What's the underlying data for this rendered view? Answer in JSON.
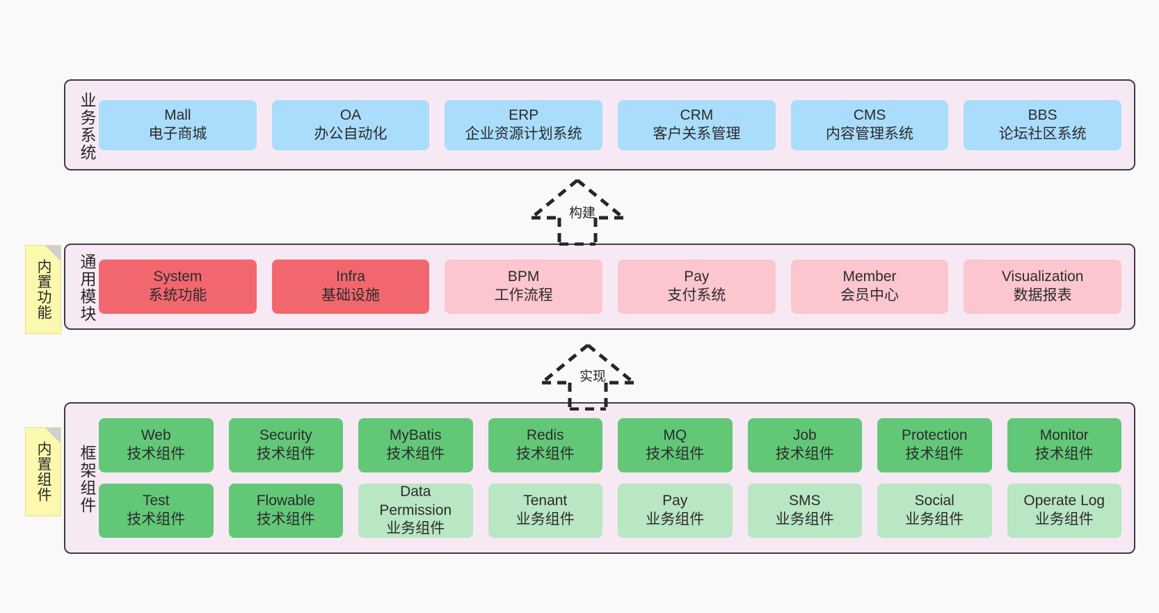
{
  "diagram": {
    "title_domain": "system-architecture",
    "colors": {
      "layer_bg": "#f7e9f3",
      "layer_border": "#3f3a44",
      "business_cell": "#aadcfb",
      "module_core": "#f2676e",
      "module_extra": "#fcc6cf",
      "tech_component": "#62c878",
      "business_component": "#b9e6c3",
      "note_bg": "#fcf8ad",
      "canvas_bg": "#f9f9f9"
    }
  },
  "notes": [
    {
      "id": "builtin-function",
      "label": "内置功能"
    },
    {
      "id": "builtin-component",
      "label": "内置组件"
    }
  ],
  "connectors": [
    {
      "id": "build",
      "label": "构建",
      "style": "dashed-generalization",
      "direction": "up"
    },
    {
      "id": "implement",
      "label": "实现",
      "style": "dashed-generalization",
      "direction": "up"
    }
  ],
  "layers": {
    "business": {
      "title": "业务系统",
      "rows": [
        [
          {
            "name": "Mall",
            "sub": "电子商城",
            "variant": "c-blue"
          },
          {
            "name": "OA",
            "sub": "办公自动化",
            "variant": "c-blue"
          },
          {
            "name": "ERP",
            "sub": "企业资源计划系统",
            "variant": "c-blue"
          },
          {
            "name": "CRM",
            "sub": "客户关系管理",
            "variant": "c-blue"
          },
          {
            "name": "CMS",
            "sub": "内容管理系统",
            "variant": "c-blue"
          },
          {
            "name": "BBS",
            "sub": "论坛社区系统",
            "variant": "c-blue"
          }
        ]
      ]
    },
    "common": {
      "title": "通用模块",
      "rows": [
        [
          {
            "name": "System",
            "sub": "系统功能",
            "variant": "c-red"
          },
          {
            "name": "Infra",
            "sub": "基础设施",
            "variant": "c-red"
          },
          {
            "name": "BPM",
            "sub": "工作流程",
            "variant": "c-pink"
          },
          {
            "name": "Pay",
            "sub": "支付系统",
            "variant": "c-pink"
          },
          {
            "name": "Member",
            "sub": "会员中心",
            "variant": "c-pink"
          },
          {
            "name": "Visualization",
            "sub": "数据报表",
            "variant": "c-pink"
          }
        ]
      ]
    },
    "framework": {
      "title": "框架组件",
      "rows": [
        [
          {
            "name": "Web",
            "sub": "技术组件",
            "variant": "c-green-dark"
          },
          {
            "name": "Security",
            "sub": "技术组件",
            "variant": "c-green-dark"
          },
          {
            "name": "MyBatis",
            "sub": "技术组件",
            "variant": "c-green-dark"
          },
          {
            "name": "Redis",
            "sub": "技术组件",
            "variant": "c-green-dark"
          },
          {
            "name": "MQ",
            "sub": "技术组件",
            "variant": "c-green-dark"
          },
          {
            "name": "Job",
            "sub": "技术组件",
            "variant": "c-green-dark"
          },
          {
            "name": "Protection",
            "sub": "技术组件",
            "variant": "c-green-dark"
          },
          {
            "name": "Monitor",
            "sub": "技术组件",
            "variant": "c-green-dark"
          }
        ],
        [
          {
            "name": "Test",
            "sub": "技术组件",
            "variant": "c-green-dark"
          },
          {
            "name": "Flowable",
            "sub": "技术组件",
            "variant": "c-green-dark"
          },
          {
            "name": "Data Permission",
            "sub": "业务组件",
            "variant": "c-green-light"
          },
          {
            "name": "Tenant",
            "sub": "业务组件",
            "variant": "c-green-light"
          },
          {
            "name": "Pay",
            "sub": "业务组件",
            "variant": "c-green-light"
          },
          {
            "name": "SMS",
            "sub": "业务组件",
            "variant": "c-green-light"
          },
          {
            "name": "Social",
            "sub": "业务组件",
            "variant": "c-green-light"
          },
          {
            "name": "Operate Log",
            "sub": "业务组件",
            "variant": "c-green-light"
          }
        ]
      ]
    }
  }
}
